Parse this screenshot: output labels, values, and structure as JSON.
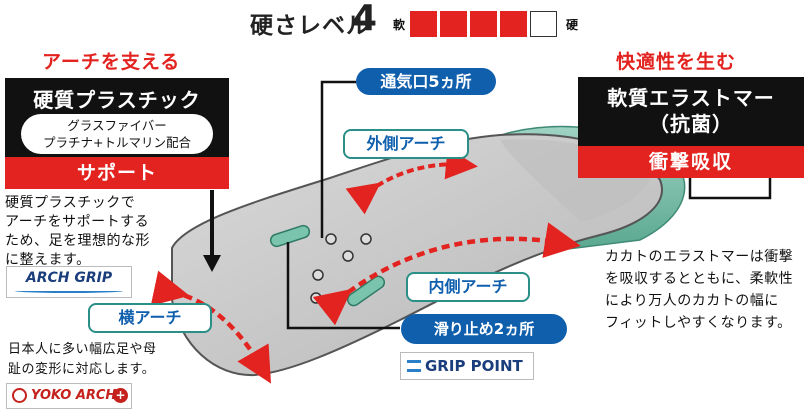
{
  "hardness": {
    "title": "硬さレベル",
    "level": "4",
    "soft_label": "軟",
    "hard_label": "硬",
    "filled_boxes": 4,
    "total_boxes": 5,
    "color": "#e3231f"
  },
  "left_panel": {
    "heading": "アーチを支える",
    "material": "硬質プラスチック",
    "composition_line1": "グラスファイバー",
    "composition_line2": "プラチナ+トルマリン配合",
    "bar_label": "サポート",
    "desc_line1": "硬質プラスチックで",
    "desc_line2": "アーチをサポートする",
    "desc_line3": "ため、足を理想的な形",
    "desc_line4": "に整えます。",
    "logo_text": "ARCH GRIP"
  },
  "insole_labels": {
    "vent": "通気口5ヵ所",
    "outer_arch": "外側アーチ",
    "inner_arch": "内側アーチ",
    "lateral_arch": "横アーチ",
    "grip": "滑り止め2ヵ所",
    "grip_logo": "GRIP POINT"
  },
  "bottom_left": {
    "desc_line1": "日本人に多い幅広足や母",
    "desc_line2": "趾の変形に対応します。",
    "logo_text": "YOKO ARCH",
    "logo_plus": "+"
  },
  "right_panel": {
    "heading": "快適性を生む",
    "material_line1": "軟質エラストマー",
    "material_line2": "（抗菌）",
    "bar_label": "衝撃吸収",
    "desc_line1": "カカトのエラストマーは衝撃",
    "desc_line2": "を吸収するとともに、柔軟性",
    "desc_line3": "により万人のカカトの幅に",
    "desc_line4": "フィットしやすくなります。"
  },
  "colors": {
    "accent_red": "#e3231f",
    "label_blue": "#0f5fad",
    "insole_gray": "#c9c9c9",
    "elastomer_green": "#6fb9a4"
  }
}
